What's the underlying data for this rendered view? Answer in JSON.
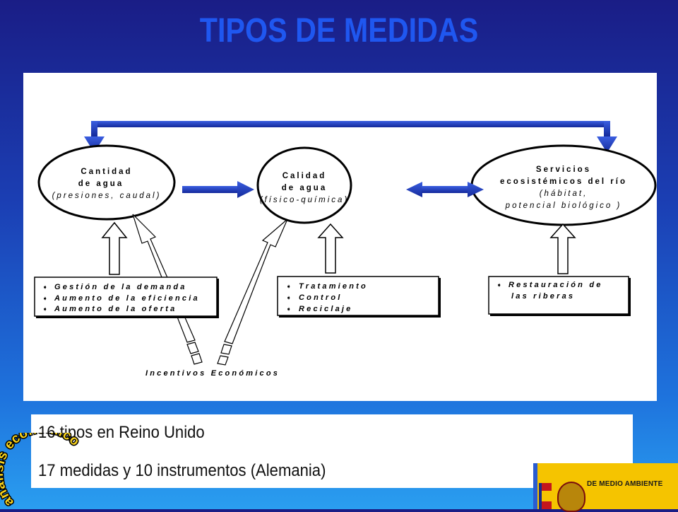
{
  "slide": {
    "title": "TIPOS DE MEDIDAS"
  },
  "diagram": {
    "nodes": [
      {
        "id": "cantidad",
        "lines": [
          "Cantidad",
          "de agua",
          "(presiones, caudal)"
        ]
      },
      {
        "id": "calidad",
        "lines": [
          "Calidad",
          "de agua",
          "(físico-química)"
        ]
      },
      {
        "id": "servicios",
        "lines": [
          "Servicios",
          "ecosistémicos del río",
          "(hábitat,",
          "potencial biológico )"
        ]
      }
    ],
    "boxes": [
      {
        "id": "box-demanda",
        "items": [
          "Gestión de la demanda",
          "Aumento de la eficiencia",
          "Aumento de la oferta"
        ]
      },
      {
        "id": "box-tratamiento",
        "items": [
          "Tratamiento",
          "Control",
          "Reciclaje"
        ]
      },
      {
        "id": "box-riberas",
        "items": [
          "Restauración de",
          "las riberas"
        ]
      }
    ],
    "incentivos_label": "Incentivos Económicos",
    "colors": {
      "arrow_blue": "#1b35b8",
      "outline": "#000000"
    }
  },
  "bottom": {
    "line1": "16 tipos en Reino Unido",
    "line2": "17 medidas y 10 instrumentos (Alemania)"
  },
  "stamp": {
    "text": "análisis económico"
  },
  "logo": {
    "text": "DE MEDIO AMBIENTE",
    "icons": [
      "spanish-flag-icon",
      "coat-of-arms-icon"
    ]
  }
}
